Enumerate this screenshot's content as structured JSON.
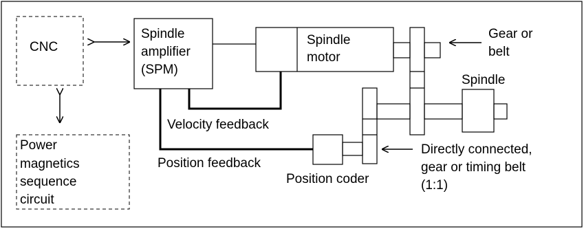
{
  "diagram": {
    "cnc": "CNC",
    "spindle_amplifier": [
      "Spindle",
      "amplifier",
      "(SPM)"
    ],
    "spindle_motor": [
      "Spindle",
      "motor"
    ],
    "gear_or_belt": [
      "Gear or",
      "belt"
    ],
    "spindle": "Spindle",
    "velocity_feedback": "Velocity feedback",
    "position_feedback": "Position feedback",
    "position_coder": "Position coder",
    "power_magnetics": [
      "Power",
      "magnetics",
      "sequence",
      "circuit"
    ],
    "directly_connected": [
      "Directly connected,",
      "gear or timing belt",
      "(1:1)"
    ]
  }
}
